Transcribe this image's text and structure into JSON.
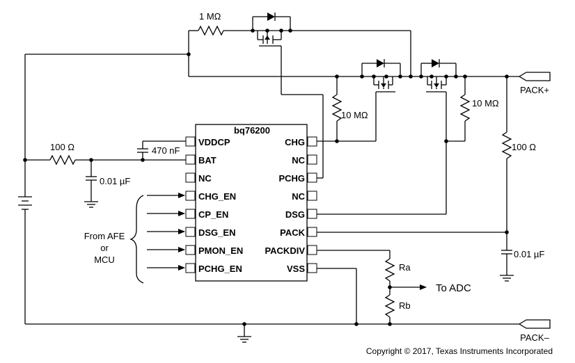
{
  "chip": {
    "name": "bq76200",
    "left_pins": [
      "VDDCP",
      "BAT",
      "NC",
      "CHG_EN",
      "CP_EN",
      "DSG_EN",
      "PMON_EN",
      "PCHG_EN"
    ],
    "right_pins": [
      "CHG",
      "NC",
      "PCHG",
      "NC",
      "DSG",
      "PACK",
      "PACKDIV",
      "VSS"
    ]
  },
  "components": {
    "r_top": "1 MΩ",
    "r_mid": "10 MΩ",
    "r_right": "10 MΩ",
    "r_in": "100 Ω",
    "r_pack": "100 Ω",
    "c_vddcp": "470 nF",
    "c_bat": "0.01 µF",
    "c_pack": "0.01 µF",
    "ra": "Ra",
    "rb": "Rb"
  },
  "labels": {
    "from_afe_1": "From AFE",
    "from_afe_2": "or",
    "from_afe_3": "MCU",
    "to_adc": "To ADC",
    "pack_plus": "PACK+",
    "pack_minus": "PACK–",
    "copyright": "Copyright © 2017, Texas Instruments Incorporated"
  }
}
